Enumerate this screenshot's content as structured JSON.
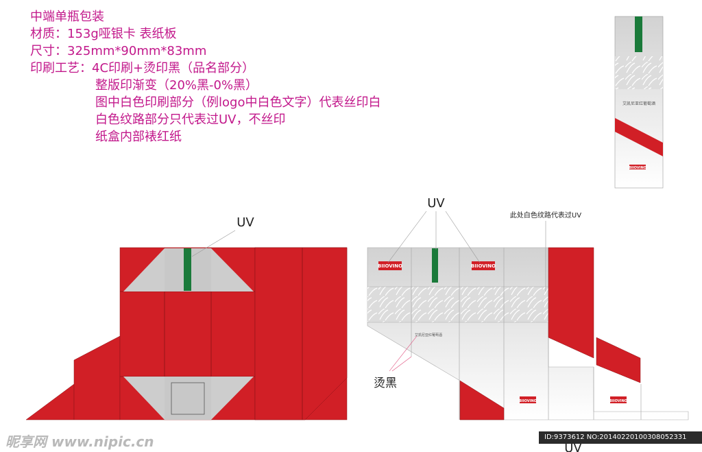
{
  "spec": {
    "title": "中端单瓶包装",
    "material": "材质：153g哑银卡 表纸板",
    "size": "尺寸：325mm*90mm*83mm",
    "process": "印刷工艺：4C印刷+烫印黑（品名部分）",
    "gradient": "整版印渐变（20%黑-0%黑）",
    "white_print": "图中白色印刷部分（例logo中白色文字）代表丝印白",
    "white_texture": "白色纹路部分只代表过UV，不丝印",
    "inner": "纸盒内部裱红纸"
  },
  "labels": {
    "uv_left": "UV",
    "uv_right": "UV",
    "uv_bottom": "UV",
    "texture_note": "此处白色纹路代表过UV",
    "hot_stamp": "烫黑"
  },
  "brand": {
    "logo_text": "BIIOVINO",
    "product_name": "艾凯尼亚红葡萄酒"
  },
  "watermark": {
    "site": "昵享网 www.nipic.cn",
    "id_text": "ID:9373612 NO:20140220100308052331"
  },
  "colors": {
    "red": "#d11f26",
    "gray": "#c8c8c8",
    "green": "#1a7a3a",
    "magenta": "#c2188b"
  }
}
